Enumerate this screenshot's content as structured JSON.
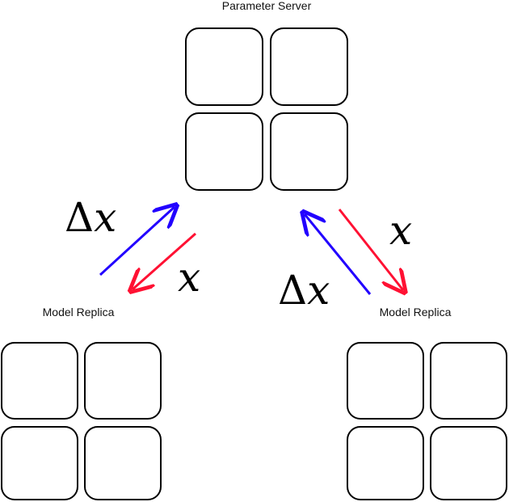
{
  "nodes": {
    "server": {
      "label": "Parameter Server"
    },
    "replica_left": {
      "label": "Model Replica"
    },
    "replica_right": {
      "label": "Model Replica"
    }
  },
  "edges": {
    "left_up": {
      "symbol": "Δ",
      "var": "x",
      "color": "#2200ff"
    },
    "left_down": {
      "var": "x",
      "color": "#ff1133"
    },
    "right_up": {
      "symbol": "Δ",
      "var": "x",
      "color": "#2200ff"
    },
    "right_down": {
      "var": "x",
      "color": "#ff1133"
    }
  }
}
